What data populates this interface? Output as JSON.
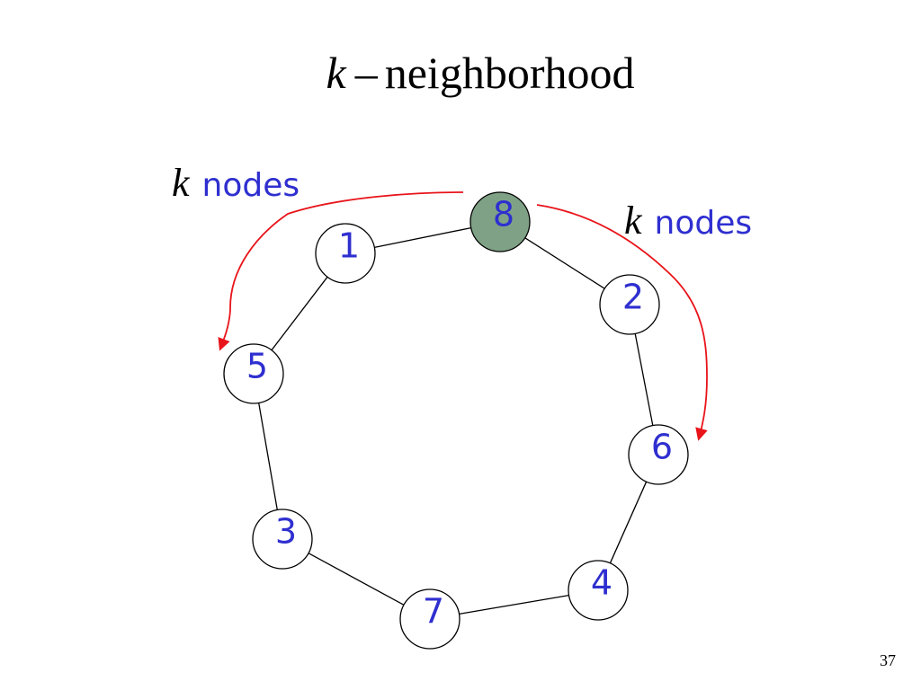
{
  "slide": {
    "title_var": "k",
    "title_dash": "–",
    "title_word": "neighborhood",
    "page_number": "37"
  },
  "labels": {
    "left": {
      "var": "k",
      "word": "nodes"
    },
    "right": {
      "var": "k",
      "word": "nodes"
    }
  },
  "nodes": [
    {
      "id": "8",
      "label": "8",
      "highlighted": true
    },
    {
      "id": "1",
      "label": "1",
      "highlighted": false
    },
    {
      "id": "2",
      "label": "2",
      "highlighted": false
    },
    {
      "id": "5",
      "label": "5",
      "highlighted": false
    },
    {
      "id": "6",
      "label": "6",
      "highlighted": false
    },
    {
      "id": "3",
      "label": "3",
      "highlighted": false
    },
    {
      "id": "4",
      "label": "4",
      "highlighted": false
    },
    {
      "id": "7",
      "label": "7",
      "highlighted": false
    }
  ],
  "edges": [
    [
      "8",
      "1"
    ],
    [
      "1",
      "5"
    ],
    [
      "5",
      "3"
    ],
    [
      "3",
      "7"
    ],
    [
      "7",
      "4"
    ],
    [
      "4",
      "6"
    ],
    [
      "6",
      "2"
    ],
    [
      "2",
      "8"
    ]
  ],
  "colors": {
    "highlight_fill": "#7fa287",
    "node_fill": "#ffffff",
    "node_label": "#2f2fd0",
    "edge": "#000000",
    "arrow": "#e8141a"
  }
}
